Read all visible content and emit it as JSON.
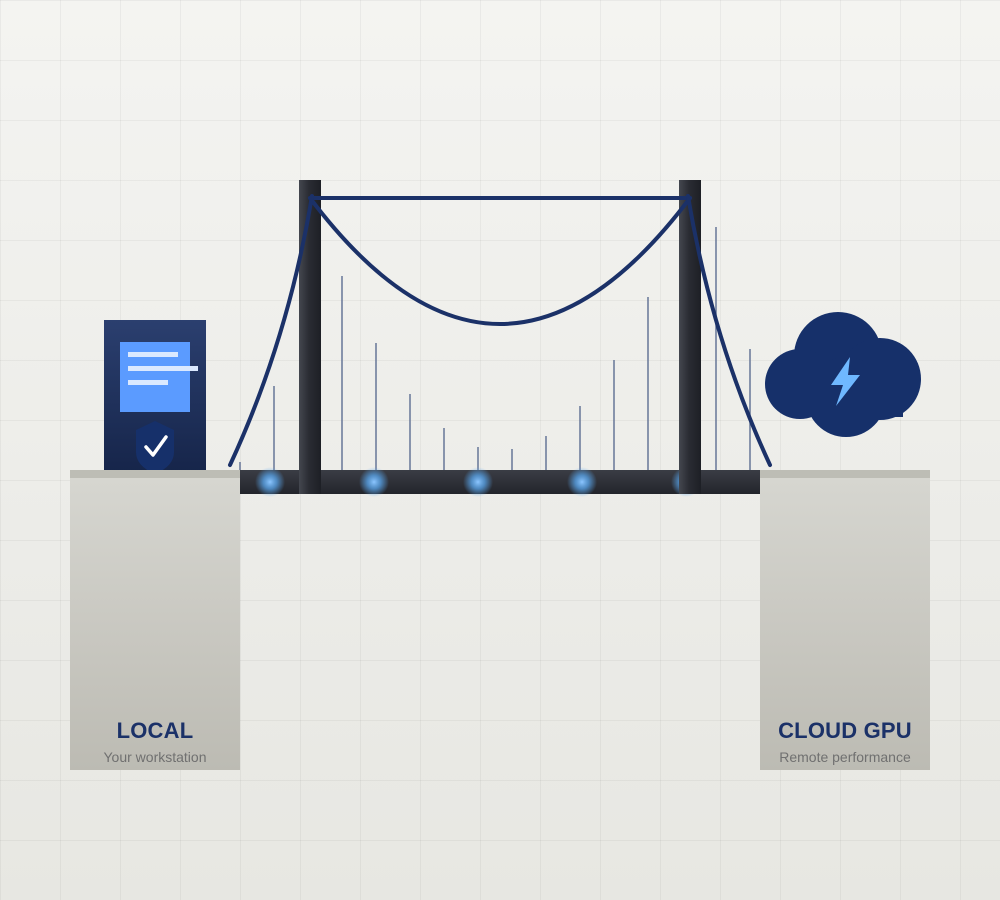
{
  "colors": {
    "navy": "#1b3168",
    "tower": "#2c2f38",
    "cloud": "#16306a",
    "document_blue": "#5b9bff",
    "bolt": "#6fb8ff",
    "glow": "#6fb3f5"
  },
  "icons": {
    "document": "document-icon",
    "shield": "shield-check-icon",
    "cloud": "cloud-lightning-icon"
  },
  "local": {
    "title": "LOCAL",
    "subtitle": "Your workstation"
  },
  "cloud_gpu": {
    "title": "CLOUD GPU",
    "subtitle": "Remote performance"
  }
}
